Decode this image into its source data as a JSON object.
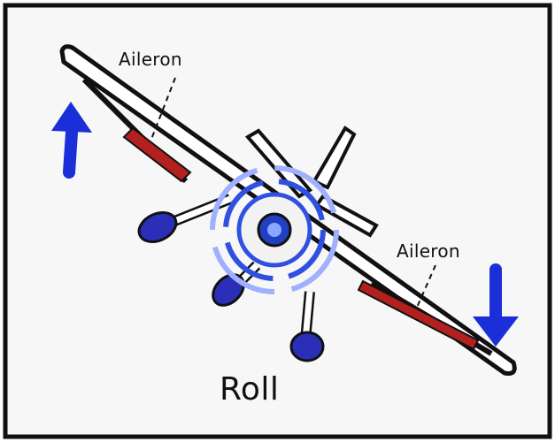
{
  "diagram": {
    "labels": {
      "aileron_left": "Aileron",
      "aileron_right": "Aileron",
      "caption": "Roll"
    },
    "arrows": {
      "left": "up",
      "right": "down"
    },
    "colors": {
      "arrow": "#1a2fd8",
      "aileron": "#b32020",
      "hub": "#3050e0",
      "ink": "#111111",
      "background": "#f7f7f7"
    }
  }
}
